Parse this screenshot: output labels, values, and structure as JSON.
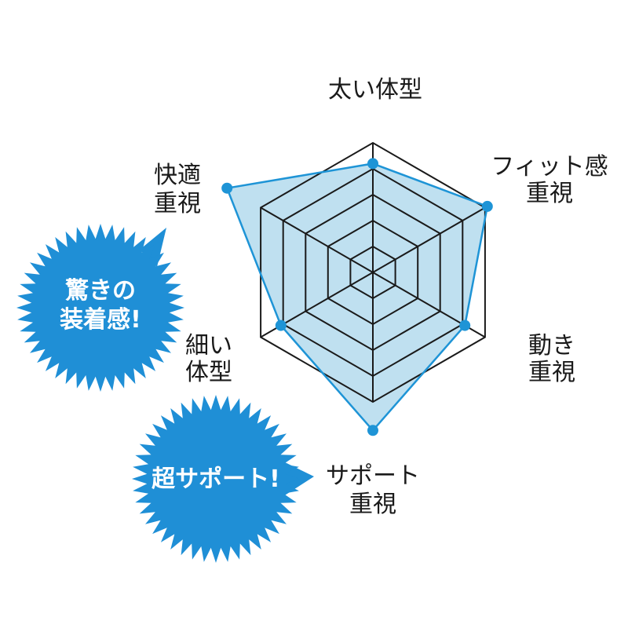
{
  "chart_data": {
    "type": "radar",
    "axes": [
      {
        "label_lines": [
          "太い体型"
        ]
      },
      {
        "label_lines": [
          "フィット感",
          "重視"
        ]
      },
      {
        "label_lines": [
          "動き",
          "重視"
        ]
      },
      {
        "label_lines": [
          "サポート",
          "重視"
        ]
      },
      {
        "label_lines": [
          "細い",
          "体型"
        ]
      },
      {
        "label_lines": [
          "快適",
          "重視"
        ]
      }
    ],
    "rings": 5,
    "range": [
      0,
      5
    ],
    "values": [
      4.2,
      5.1,
      4.1,
      6.1,
      4.1,
      6.5
    ],
    "grid": true,
    "legend": "none",
    "colors": {
      "fill": "#bfe0f0",
      "line": "#1e94d6",
      "grid": "#1a1a1a",
      "burst": "#1f8fd6"
    }
  },
  "callouts": [
    {
      "lines": [
        "驚きの",
        "装着感!"
      ]
    },
    {
      "lines": [
        "超サポート!"
      ]
    }
  ]
}
